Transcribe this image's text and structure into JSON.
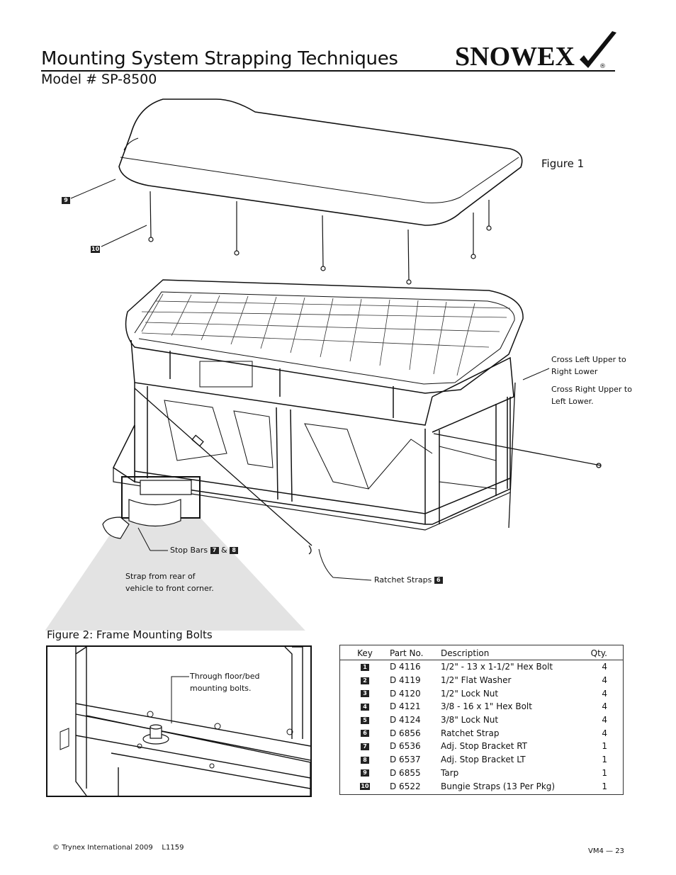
{
  "header": {
    "title": "Mounting System Strapping Techniques",
    "model": "Model # SP-8500",
    "logo_text": "SNOWEX",
    "logo_mark": "®"
  },
  "figure1": {
    "label": "Figure 1",
    "callout_9": "9",
    "callout_10": "10",
    "cross_note_1": "Cross Left Upper to Right Lower",
    "cross_note_1_a": "Cross Left Upper to",
    "cross_note_1_b": "Right Lower",
    "cross_note_2_a": "Cross Right Upper to",
    "cross_note_2_b": "Left Lower.",
    "stop_bars": "Stop Bars",
    "stop_bars_key_a": "7",
    "stop_bars_amp": "&",
    "stop_bars_key_b": "8",
    "strap_note_a": "Strap from rear of",
    "strap_note_b": "vehicle to front corner.",
    "ratchet_straps": "Ratchet Straps",
    "ratchet_key": "6"
  },
  "figure2": {
    "label": "Figure 2: Frame Mounting Bolts",
    "note_a": "Through floor/bed",
    "note_b": "mounting bolts."
  },
  "parts_table": {
    "headers": {
      "key": "Key",
      "part": "Part No.",
      "desc": "Description",
      "qty": "Qty."
    },
    "rows": [
      {
        "key": "1",
        "part": "D 4116",
        "desc": "1/2\" - 13 x 1-1/2\" Hex Bolt",
        "qty": "4"
      },
      {
        "key": "2",
        "part": "D 4119",
        "desc": "1/2\" Flat Washer",
        "qty": "4"
      },
      {
        "key": "3",
        "part": "D 4120",
        "desc": "1/2\" Lock Nut",
        "qty": "4"
      },
      {
        "key": "4",
        "part": "D 4121",
        "desc": "3/8 - 16 x 1\" Hex Bolt",
        "qty": "4"
      },
      {
        "key": "5",
        "part": "D 4124",
        "desc": "3/8\" Lock Nut",
        "qty": "4"
      },
      {
        "key": "6",
        "part": "D 6856",
        "desc": "Ratchet Strap",
        "qty": "4"
      },
      {
        "key": "7",
        "part": "D 6536",
        "desc": "Adj. Stop Bracket RT",
        "qty": "1"
      },
      {
        "key": "8",
        "part": "D 6537",
        "desc": "Adj. Stop Bracket LT",
        "qty": "1"
      },
      {
        "key": "9",
        "part": "D 6855",
        "desc": "Tarp",
        "qty": "1"
      },
      {
        "key": "10",
        "part": "D 6522",
        "desc": "Bungie Straps (13 Per Pkg)",
        "qty": "1"
      }
    ]
  },
  "footer": {
    "copyright": "© Trynex International 2009    L1159",
    "page": "VM4 — 23"
  }
}
